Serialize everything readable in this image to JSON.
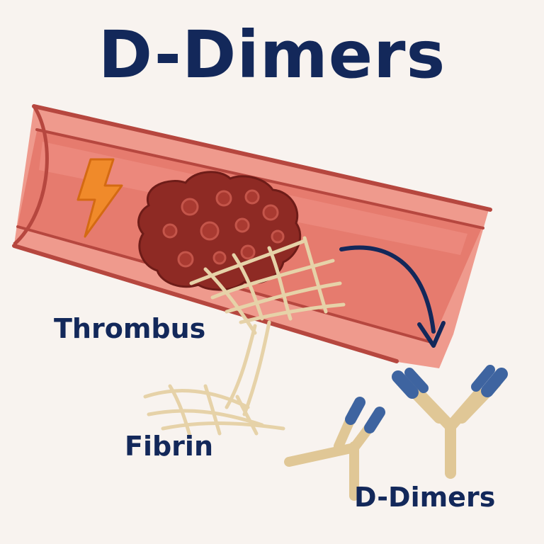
{
  "title": "D-Dimers",
  "labels": {
    "thrombus": "Thrombus",
    "fibrin": "Fibrin",
    "ddimers": "D-Dimers"
  },
  "colors": {
    "background": "#f8f3ef",
    "text": "#13285a",
    "vessel_wall": "#b6473f",
    "vessel_outer": "#ef9a8d",
    "vessel_lumen": "#e67b6e",
    "clot": "#8e2a24",
    "fibrin": "#e6d2a8",
    "antibody_stem": "#e0c796",
    "antibody_tip": "#3e64a0",
    "arrow": "#13285a",
    "injury_bolt": "#f08a2a"
  },
  "icons": [
    "lightning-bolt-icon",
    "curved-arrow-icon",
    "antibody-icon"
  ]
}
